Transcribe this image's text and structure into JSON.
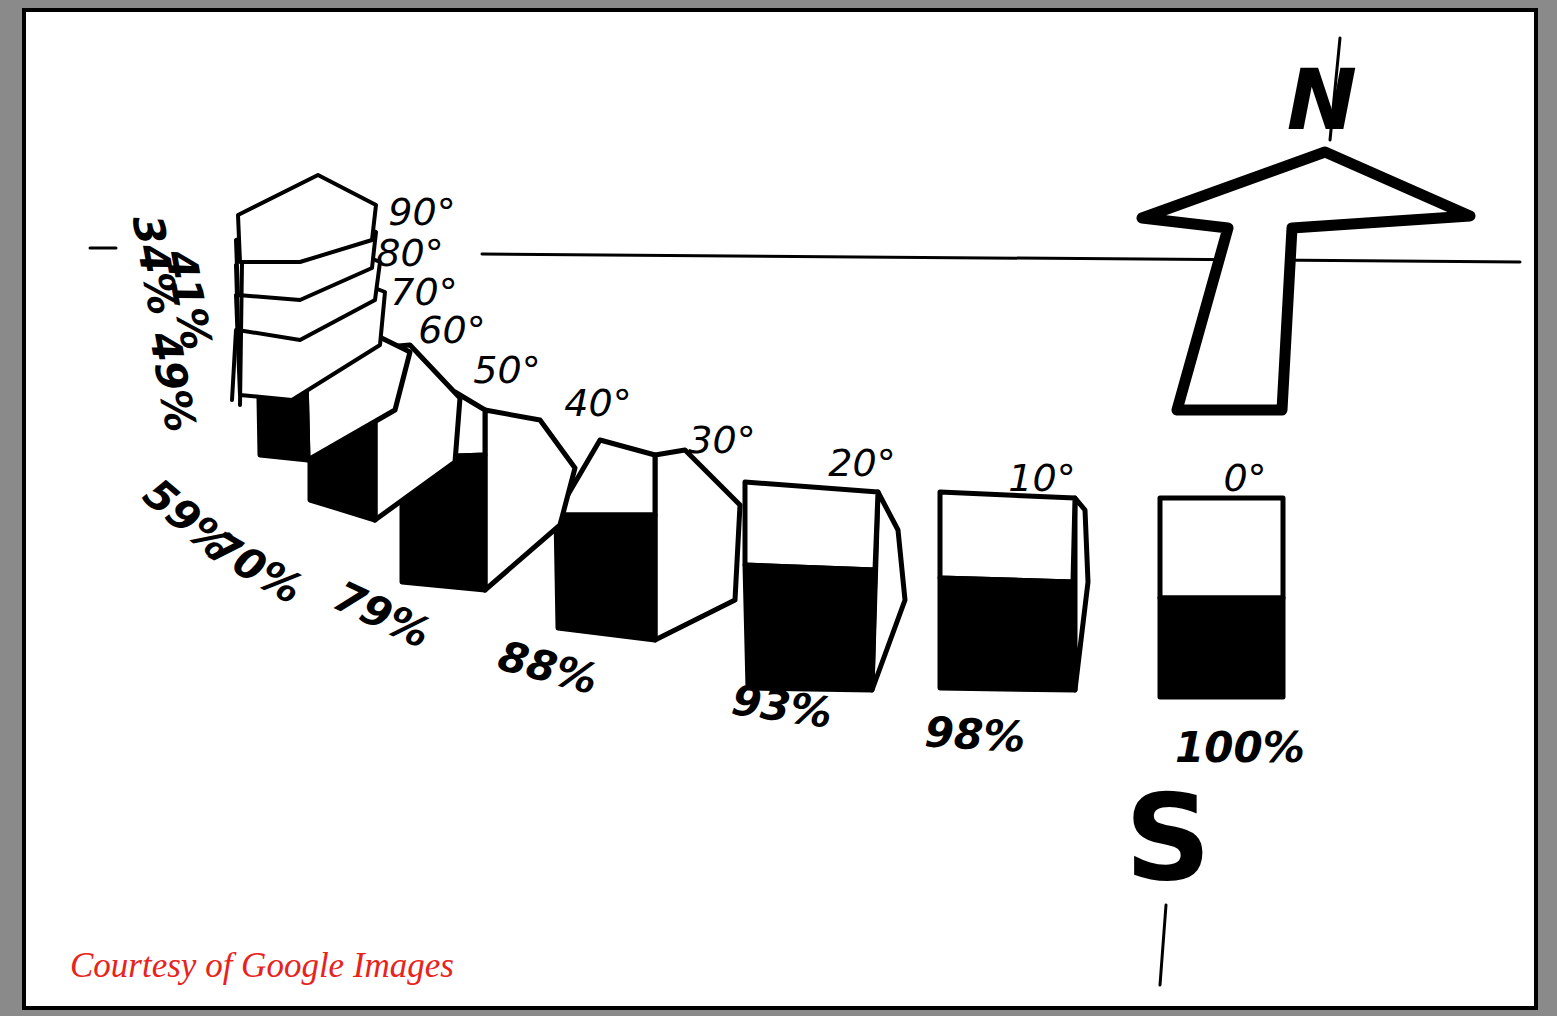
{
  "diagram": {
    "labels": [
      "N",
      "90°",
      "80°",
      "70°",
      "60°",
      "50°",
      "40°",
      "30°",
      "20°",
      "10°",
      "0°",
      "34%",
      "41%",
      "49%",
      "59%",
      "70%",
      "79%",
      "88%",
      "93%",
      "98%",
      "100%",
      "S",
      "Courtesy of Google Images"
    ]
  }
}
